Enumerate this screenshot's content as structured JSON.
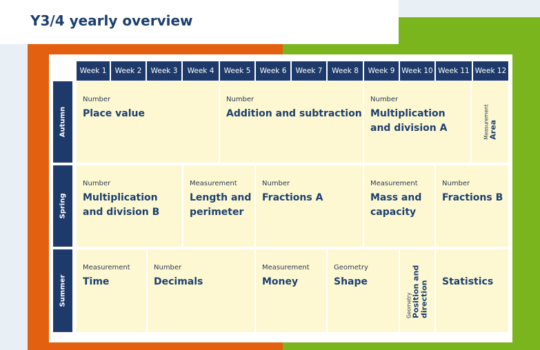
{
  "title": "Y3/4 yearly overview",
  "weeks": [
    "Week 1",
    "Week 2",
    "Week 3",
    "Week 4",
    "Week 5",
    "Week 6",
    "Week 7",
    "Week 8",
    "Week 9",
    "Week 10",
    "Week 11",
    "Week 12"
  ],
  "seasons": [
    "Autumn",
    "Spring",
    "Summer"
  ],
  "autumn": {
    "place_value": {
      "label": "Number",
      "name": "Place value"
    },
    "addition": {
      "label": "Number",
      "name": "Addition and subtraction"
    },
    "multiplication_a": {
      "label": "Number",
      "name": "Multiplication and division A"
    },
    "area": {
      "label": "Measurement",
      "name": "Area"
    }
  },
  "spring": {
    "multiplication_b": {
      "label": "Number",
      "name": "Multiplication and division B"
    },
    "length": {
      "label": "Measurement",
      "name": "Length and perimeter"
    },
    "fractions_a": {
      "label": "Number",
      "name": "Fractions A"
    },
    "mass": {
      "label": "Measurement",
      "name": "Mass and capacity"
    },
    "fractions_b": {
      "label": "Number",
      "name": "Fractions B"
    }
  },
  "summer": {
    "time": {
      "label": "Measurement",
      "name": "Time"
    },
    "decimals": {
      "label": "Number",
      "name": "Decimals"
    },
    "money": {
      "label": "Measurement",
      "name": "Money"
    },
    "shape": {
      "label": "Geometry",
      "name": "Shape"
    },
    "position": {
      "label": "Geometry",
      "name": "Position and direction"
    },
    "statistics": {
      "label": "",
      "name": "Statistics"
    }
  },
  "colors": {
    "navy": "#1e3a6a",
    "cell": "#fdf8d2",
    "orange": "#e2600f",
    "green": "#7ab51d"
  }
}
